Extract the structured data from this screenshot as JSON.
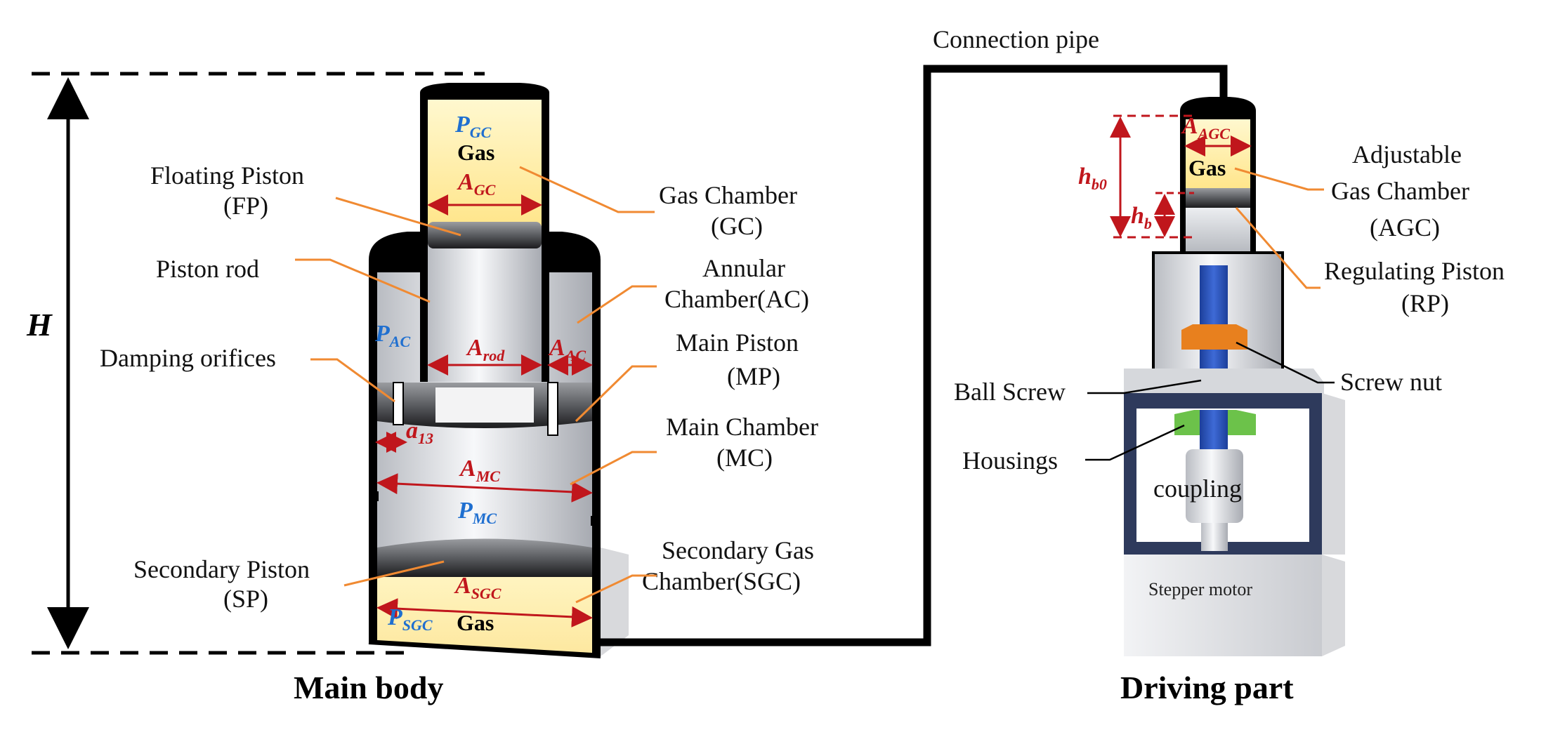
{
  "title_left": "Main body",
  "title_right": "Driving part",
  "connection_label": "Connection pipe",
  "height_symbol": "H",
  "labels": {
    "floating_piston": [
      "Floating Piston",
      "(FP)"
    ],
    "piston_rod": "Piston rod",
    "damping_orifices": "Damping orifices",
    "secondary_piston": [
      "Secondary Piston",
      "(SP)"
    ],
    "gas_chamber": [
      "Gas Chamber",
      "(GC)"
    ],
    "annular_chamber": [
      "Annular",
      "Chamber(AC)"
    ],
    "main_piston": [
      "Main Piston",
      "(MP)"
    ],
    "main_chamber": [
      "Main Chamber",
      "(MC)"
    ],
    "secondary_gas_chamber": [
      "Secondary Gas",
      "Chamber(SGC)"
    ],
    "adjustable_gas_chamber": [
      "Adjustable",
      "Gas Chamber",
      "(AGC)"
    ],
    "regulating_piston": [
      "Regulating Piston",
      "(RP)"
    ],
    "ball_screw": "Ball Screw",
    "screw_nut": "Screw nut",
    "housings": "Housings",
    "coupling": "coupling",
    "stepper_motor": "Stepper motor",
    "gas": "Gas"
  },
  "symbols": {
    "P_GC": {
      "base": "P",
      "sub": "GC"
    },
    "A_GC": {
      "base": "A",
      "sub": "GC"
    },
    "P_AC": {
      "base": "P",
      "sub": "AC"
    },
    "A_rod": {
      "base": "A",
      "sub": "rod"
    },
    "A_AC": {
      "base": "A",
      "sub": "AC"
    },
    "a_13": {
      "base": "a",
      "sub": "13"
    },
    "A_MC": {
      "base": "A",
      "sub": "MC"
    },
    "P_MC": {
      "base": "P",
      "sub": "MC"
    },
    "A_SGC": {
      "base": "A",
      "sub": "SGC"
    },
    "P_SGC": {
      "base": "P",
      "sub": "SGC"
    },
    "A_AGC": {
      "base": "A",
      "sub": "AGC"
    },
    "h_b0": {
      "base": "h",
      "sub": "b0"
    },
    "h_b": {
      "base": "h",
      "sub": "b"
    }
  },
  "colors": {
    "dimension_red": "#c0161c",
    "pressure_blue": "#1f6fd0",
    "leader_orange": "#f08a32",
    "gas_yellow": "#fff3b0",
    "wall_black": "#000000",
    "housing_navy": "#2e3a5c",
    "screw_blue": "#2b55b5",
    "nut_orange": "#e8801e",
    "housing_green": "#6cc24a"
  }
}
